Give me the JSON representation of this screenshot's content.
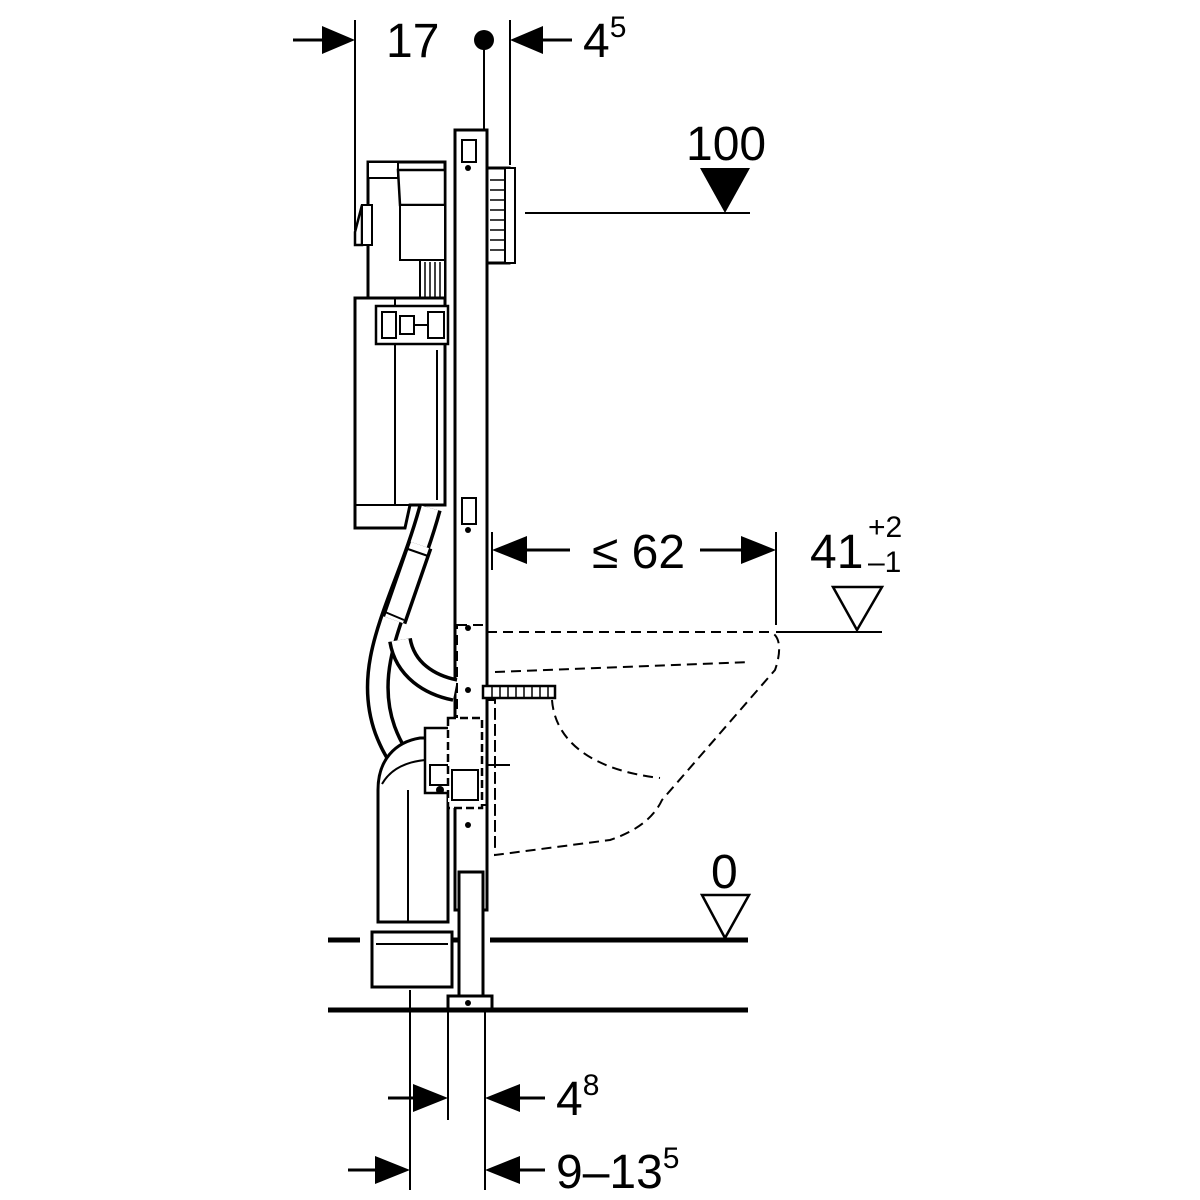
{
  "dimensions": {
    "top_depth": "17",
    "top_offset_base": "4",
    "top_offset_sup": "5",
    "actuation_height": "100",
    "bowl_projection": "≤ 62",
    "seat_height_base": "41",
    "seat_height_tol_plus": "+2",
    "seat_height_tol_minus": "–1",
    "floor_level": "0",
    "bottom_offset_base": "4",
    "bottom_offset_sup": "8",
    "bottom_range_base": "9–13",
    "bottom_range_sup": "5"
  }
}
